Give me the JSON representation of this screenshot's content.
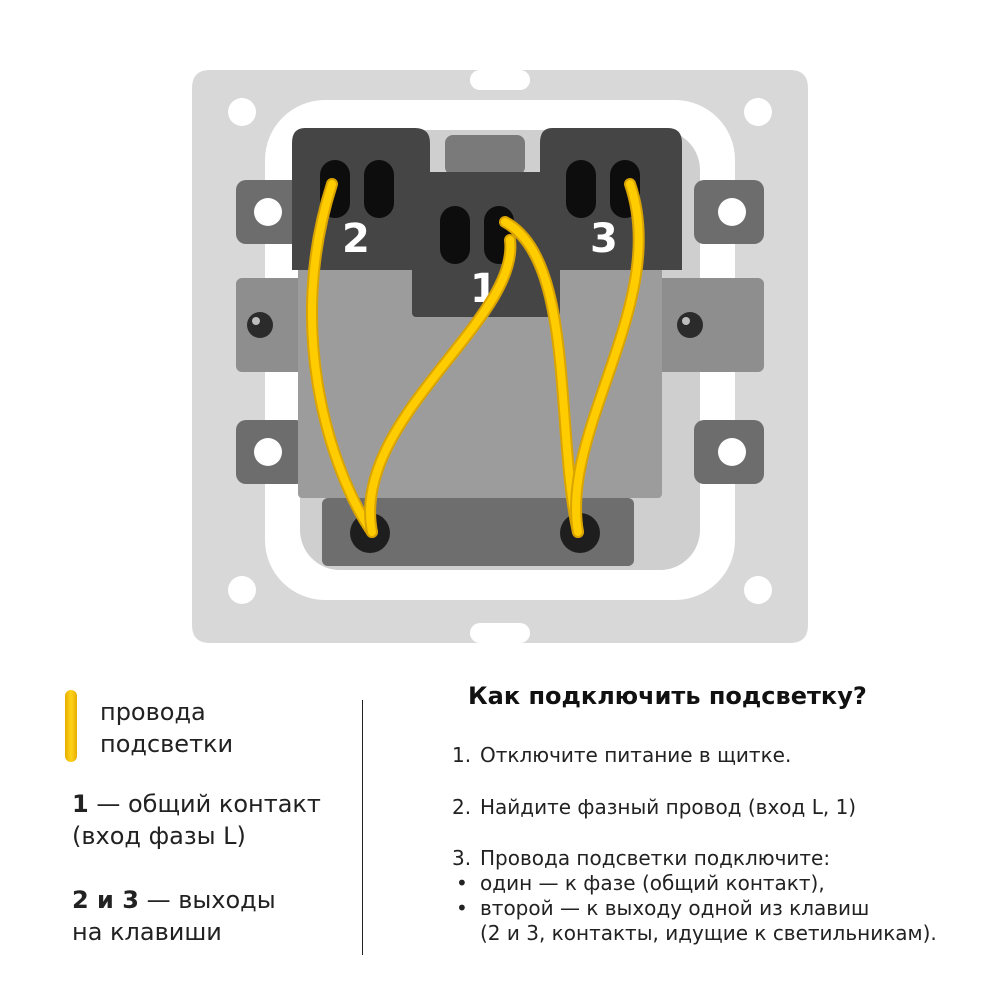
{
  "diagram": {
    "terminal_labels": [
      "2",
      "1",
      "3"
    ],
    "colors": {
      "frame": "#d8d8d8",
      "mechanism": "#9c9c9c",
      "terminal_block": "#454545",
      "wire": "#ffcc00",
      "wire_shadow": "#d9a400"
    }
  },
  "legend": {
    "wires": [
      "провода",
      "подсветки"
    ],
    "common": {
      "num": "1",
      "text": " — общий контакт",
      "line2": "(вход фазы L)"
    },
    "outputs": {
      "num": "2 и 3",
      "text": " — выходы",
      "line2": "на клавиши"
    }
  },
  "instructions": {
    "title": "Как подключить подсветку?",
    "steps": [
      {
        "num": "1.",
        "text": "Отключите питание в щитке."
      },
      {
        "num": "2.",
        "text": "Найдите фазный провод (вход L, 1)"
      },
      {
        "num": "3.",
        "text": "Провода подсветки подключите:"
      }
    ],
    "bullets": [
      "один — к фазе (общий контакт),",
      "второй — к выходу одной из клавиш"
    ],
    "bullet_continuation": "(2 и 3, контакты, идущие к светильникам).",
    "bullet_symbol": "•"
  }
}
